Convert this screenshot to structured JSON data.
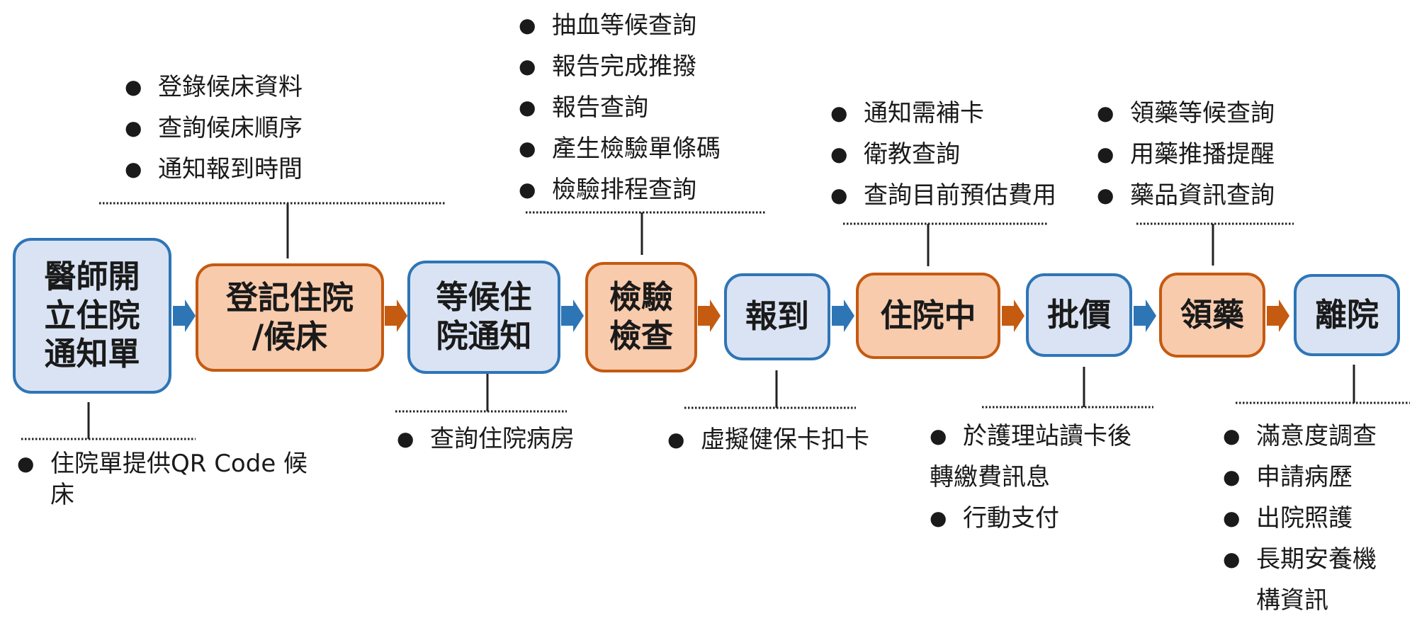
{
  "colors": {
    "blue_fill": "#dae3f3",
    "blue_border": "#2e75b6",
    "blue_arrow": "#2e75b6",
    "orange_fill": "#f8cbad",
    "orange_border": "#c55a11",
    "orange_arrow": "#c55a11"
  },
  "steps": [
    {
      "label": "醫師開\n立住院\n通知單",
      "color": "blue"
    },
    {
      "label": "登記住院\n/候床",
      "color": "orange"
    },
    {
      "label": "等候住\n院通知",
      "color": "blue"
    },
    {
      "label": "檢驗\n檢查",
      "color": "orange"
    },
    {
      "label": "報到",
      "color": "blue"
    },
    {
      "label": "住院中",
      "color": "orange"
    },
    {
      "label": "批價",
      "color": "blue"
    },
    {
      "label": "領藥",
      "color": "orange"
    },
    {
      "label": "離院",
      "color": "blue"
    }
  ],
  "notes": {
    "doctor_order": [
      "住院單提供QR Code 候床"
    ],
    "register": [
      "登錄候床資料",
      "查詢候床順序",
      "通知報到時間"
    ],
    "waiting": [
      "查詢住院病房"
    ],
    "lab": [
      "抽血等候查詢",
      "報告完成推撥",
      "報告查詢",
      "產生檢驗單條碼",
      "檢驗排程查詢"
    ],
    "checkin": [
      "虛擬健保卡扣卡"
    ],
    "inpatient": [
      "通知需補卡",
      "衛教查詢",
      "查詢目前預估費用"
    ],
    "billing": [
      "於護理站讀卡後",
      "轉繳費訊息",
      "行動支付"
    ],
    "pharmacy": [
      "領藥等候查詢",
      "用藥推播提醒",
      "藥品資訊查詢"
    ],
    "discharge": [
      "滿意度調查",
      "申請病歷",
      "出院照護",
      "長期安養機",
      "構資訊"
    ]
  }
}
